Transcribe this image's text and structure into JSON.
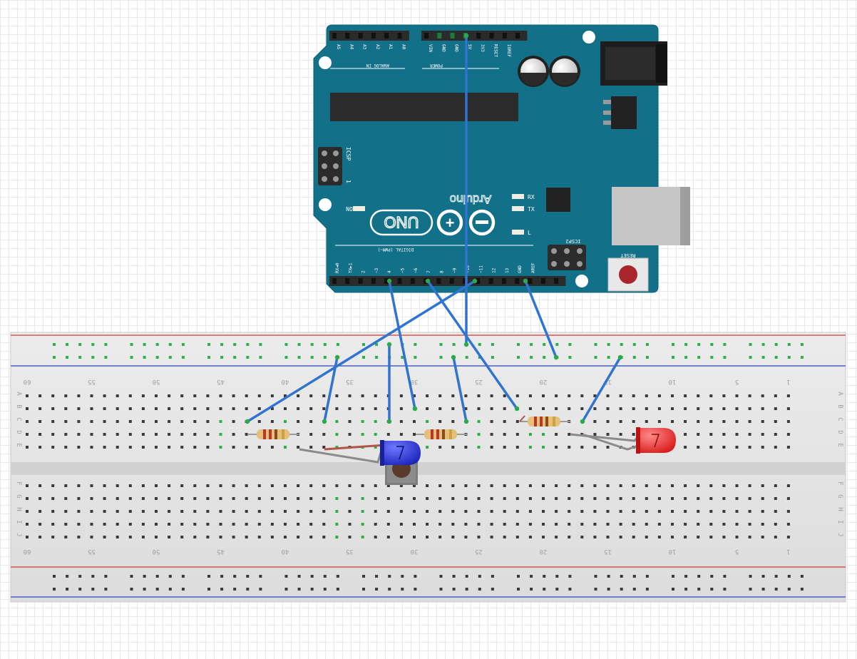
{
  "board": {
    "logo_text": "UNO",
    "brand_text": "Arduino",
    "analog_header": "ANALOG IN",
    "power_header": "POWER",
    "digital_header": "DIGITAL (PWM~)",
    "icsp_label": "ICSP",
    "icsp2_label": "ICSP2",
    "on_label": "ON",
    "rx_label": "RX",
    "tx_label": "TX",
    "l_label": "L",
    "reset_label": "RESET",
    "one_label": "1",
    "analog_pins": [
      "A5",
      "A4",
      "A3",
      "A2",
      "A1",
      "A0"
    ],
    "power_pins": [
      "VIN",
      "GND",
      "GND",
      "5V",
      "3V3",
      "RESET",
      "IOREF"
    ],
    "digital_pins": [
      "RX◄0",
      "TX►1",
      "2",
      "~3",
      "4",
      "~5",
      "~6",
      "7",
      "8",
      "~9",
      "~10",
      "~11",
      "12",
      "13",
      "GND",
      "AREF"
    ],
    "colors": {
      "board": "#137089",
      "header": "#2b2b2b",
      "silk": "#ffffff"
    }
  },
  "breadboard": {
    "column_numbers": [
      "1",
      "5",
      "10",
      "15",
      "20",
      "25",
      "30",
      "35",
      "40",
      "45",
      "50",
      "55",
      "60"
    ],
    "row_letters_top": [
      "A",
      "B",
      "C",
      "D",
      "E"
    ],
    "row_letters_bottom": [
      "F",
      "G",
      "H",
      "I",
      "J"
    ],
    "colors": {
      "body": "#e3e3e3",
      "rail_positive": "#d9534f",
      "rail_negative": "#4a5cc4",
      "hole": "#3a3a3a",
      "active_hole": "#29b24a"
    }
  },
  "components": {
    "led_blue_color": "#2230d8",
    "led_red_color": "#ee2222",
    "wire_color": "#2f74d0",
    "resistor_color": "#e6c07a"
  }
}
